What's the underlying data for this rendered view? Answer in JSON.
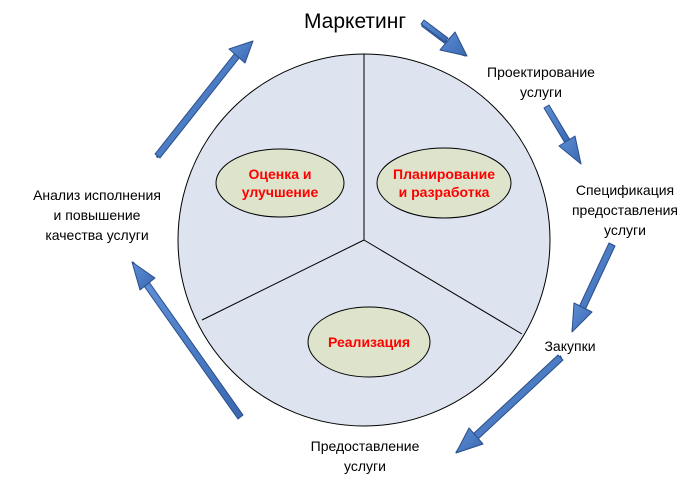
{
  "cycle_stages": {
    "marketing": "Маркетинг",
    "design": [
      "Проектирование",
      "услуги"
    ],
    "specification": [
      "Спецификация",
      "предоставления",
      "услуги"
    ],
    "procurement": "Закупки",
    "delivery": [
      "Предоставление",
      "услуги"
    ],
    "analysis": [
      "Анализ исполнения",
      "и повышение",
      "качества услуги"
    ]
  },
  "core_sectors": {
    "evaluation": [
      "Оценка и",
      "улучшение"
    ],
    "planning": [
      "Планирование",
      "и разработка"
    ],
    "implementation": "Реализация"
  },
  "colors": {
    "circle_fill": "#dde3ef",
    "oval_fill": "#dee3cb",
    "arrow_fill": "#4a7cc4",
    "arrow_stroke": "#2b4f8a",
    "sector_text": "#ff0000"
  }
}
